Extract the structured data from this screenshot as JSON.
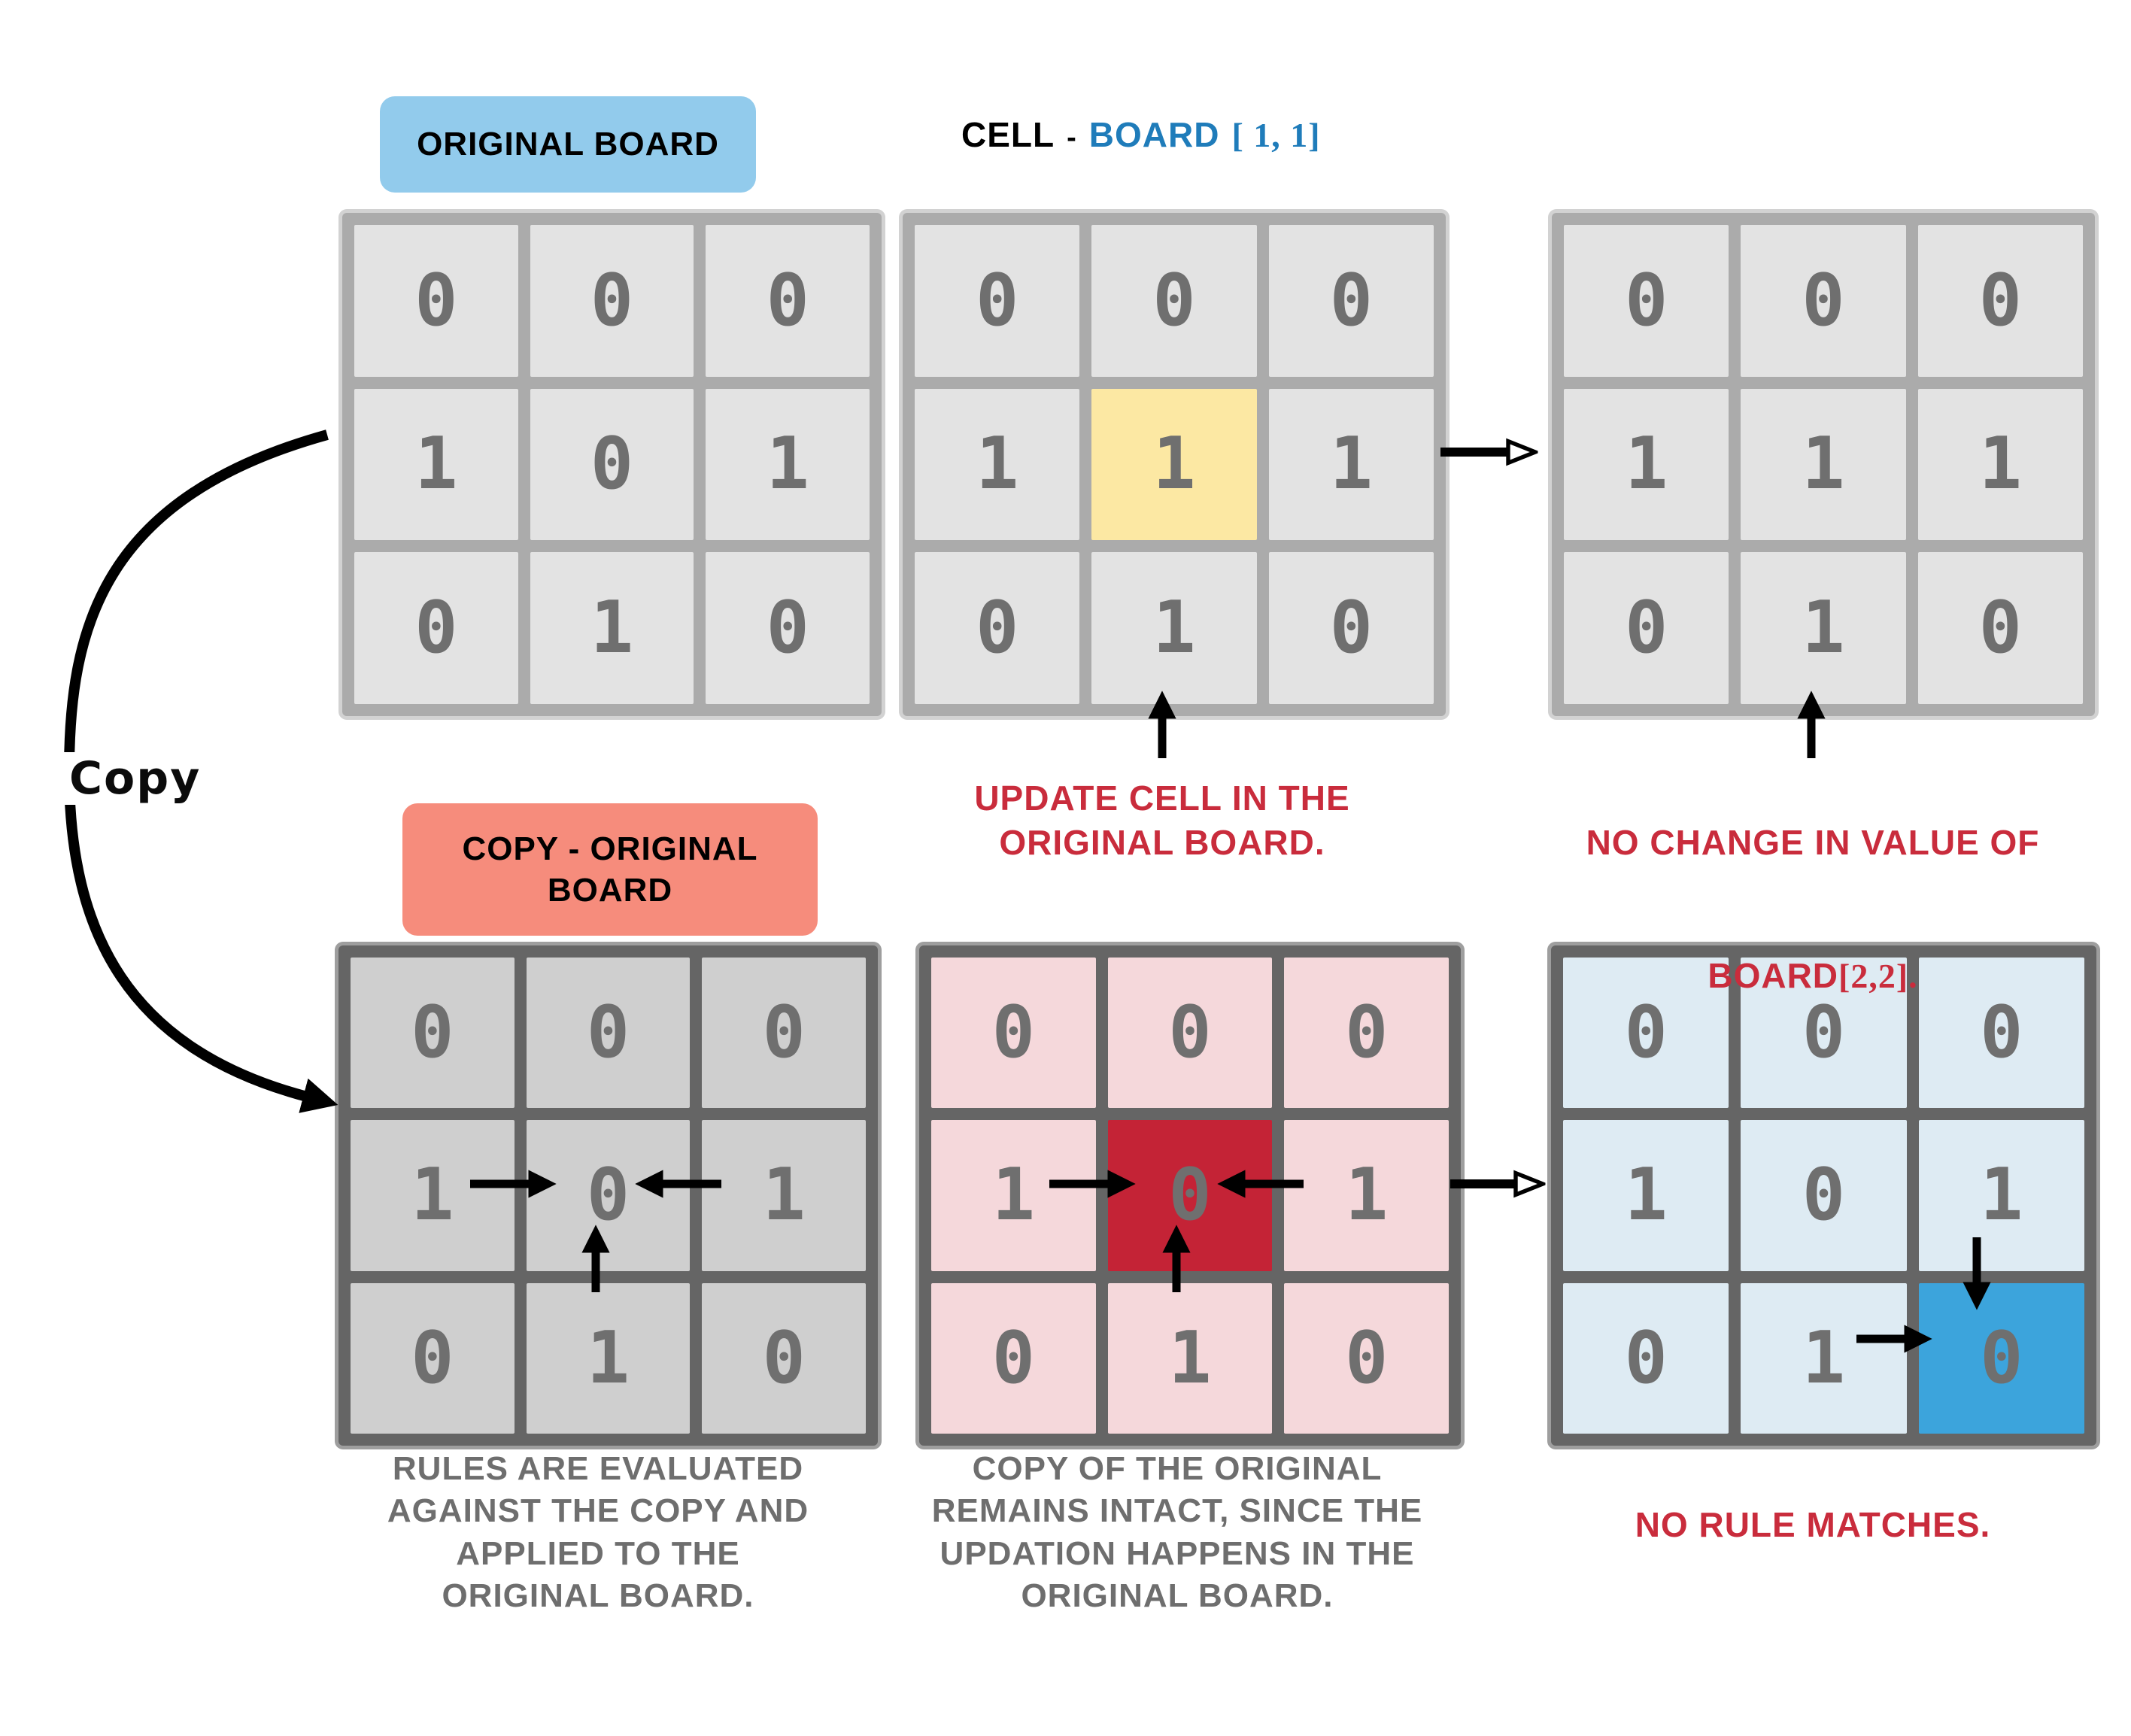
{
  "header": {
    "original_board_label": "ORIGINAL BOARD",
    "cell_label": "CELL",
    "separator": "-",
    "board_word": "BOARD",
    "board_index": "[ 1, 1]"
  },
  "copy_flow": {
    "copy_label": "Copy",
    "copy_board_label": "COPY - ORIGINAL BOARD"
  },
  "boards": {
    "original": [
      [
        "0",
        "0",
        "0"
      ],
      [
        "1",
        "0",
        "1"
      ],
      [
        "0",
        "1",
        "0"
      ]
    ],
    "original_updated_cell": [
      [
        "0",
        "0",
        "0"
      ],
      [
        "1",
        "1",
        "1"
      ],
      [
        "0",
        "1",
        "0"
      ]
    ],
    "original_result": [
      [
        "0",
        "0",
        "0"
      ],
      [
        "1",
        "1",
        "1"
      ],
      [
        "0",
        "1",
        "0"
      ]
    ],
    "copy_board": [
      [
        "0",
        "0",
        "0"
      ],
      [
        "1",
        "0",
        "1"
      ],
      [
        "0",
        "1",
        "0"
      ]
    ],
    "copy_board_intact": [
      [
        "0",
        "0",
        "0"
      ],
      [
        "1",
        "0",
        "1"
      ],
      [
        "0",
        "1",
        "0"
      ]
    ],
    "copy_result": [
      [
        "0",
        "0",
        "0"
      ],
      [
        "1",
        "0",
        "1"
      ],
      [
        "0",
        "1",
        "0"
      ]
    ]
  },
  "annotations": {
    "update_cell": "UPDATE CELL IN THE\nORIGINAL BOARD.",
    "no_change_line1": "NO CHANGE IN VALUE OF",
    "no_change_board": "BOARD",
    "no_change_index": "[2,2].",
    "rules_evaluated": "RULES ARE EVALUATED\nAGAINST THE COPY AND\nAPPLIED TO THE\nORIGINAL BOARD.",
    "copy_intact": "COPY OF THE ORIGINAL\nREMAINS INTACT, SINCE THE\nUPDATION HAPPENS IN THE\nORIGINAL BOARD.",
    "no_rule_matches": "NO RULE MATCHES."
  },
  "colors": {
    "board_label_bg": "#92CBEC",
    "copy_label_bg": "#F68C7C",
    "cell_bg_top": "#E3E3E3",
    "grid_border_top": "#ABABAB",
    "cell_bg_copy": "#CFCFCF",
    "grid_border_dark": "#656565",
    "cell_bg_pink": "#F5D8DB",
    "cell_bg_blue": "#DEEBF3",
    "highlight_yellow": "#FCE8A3",
    "highlight_red": "#C42336",
    "highlight_blue": "#3CA4DC",
    "digit": "#6F6F6F",
    "annotation_red": "#C92C3C",
    "annotation_gray": "#6E6E6E",
    "header_blue": "#1F7CBA"
  }
}
